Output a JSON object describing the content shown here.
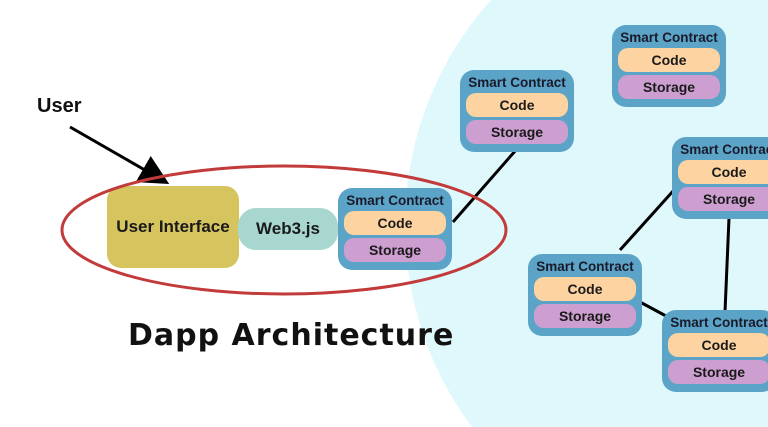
{
  "user_label": "User",
  "user_interface": "User Interface",
  "web3": "Web3.js",
  "title": "Dapp Architecture",
  "contract": {
    "title": "Smart Contract",
    "code": "Code",
    "storage": "Storage"
  },
  "colors": {
    "network_bg": "#dff8fb",
    "contract": "#5ba4c8",
    "code": "#fcd3a1",
    "storage": "#cd9fd0",
    "ui": "#d6c45e",
    "web3": "#a8d7d0",
    "highlight_ellipse": "#c23a3a"
  }
}
